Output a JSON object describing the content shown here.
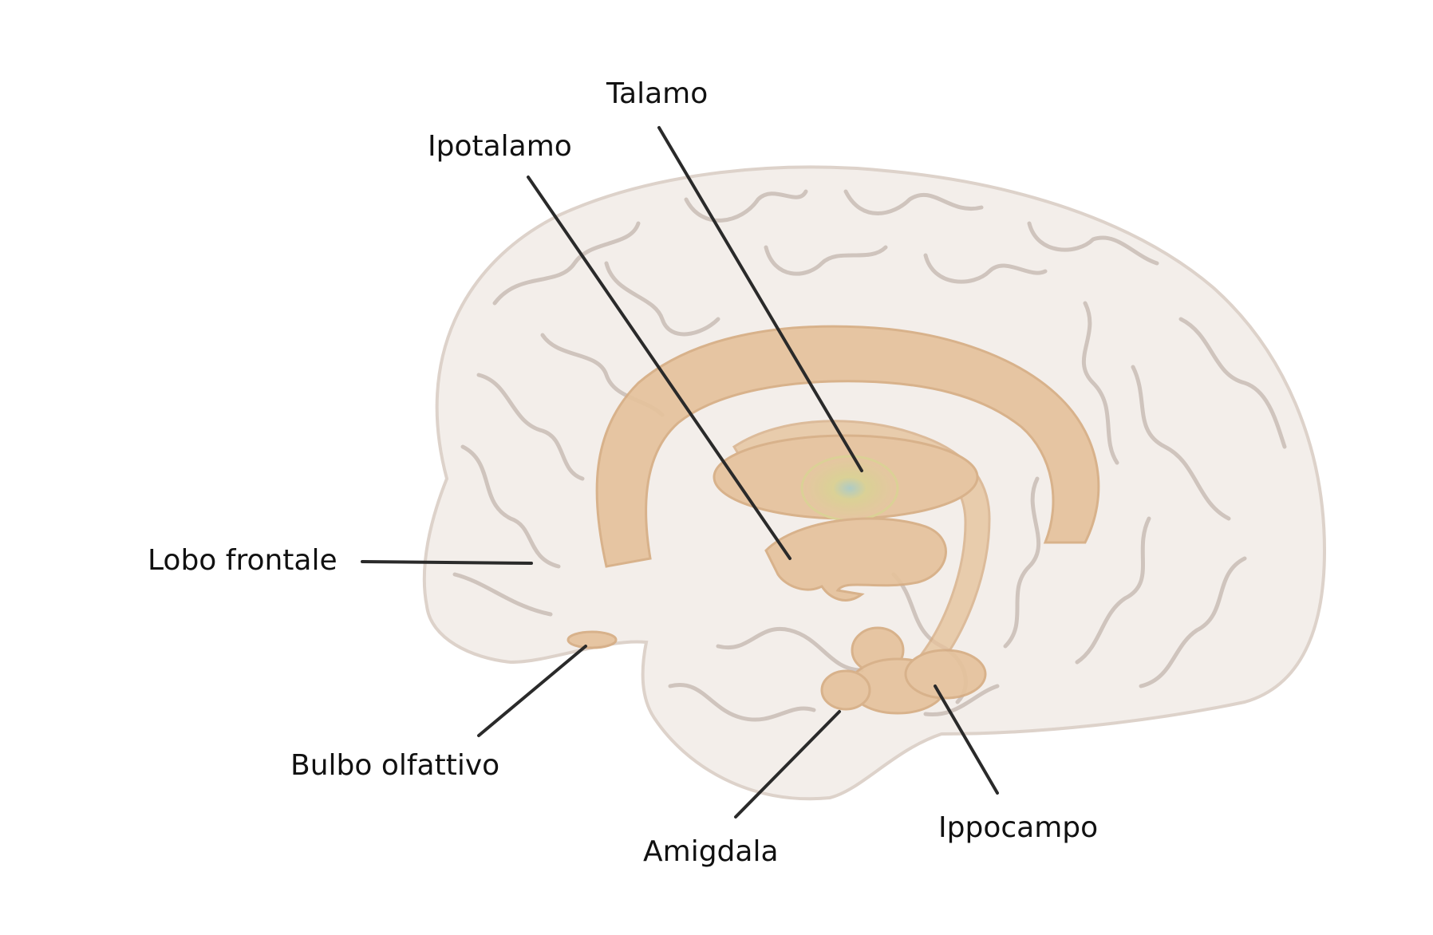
{
  "labels": {
    "talamo": "Talamo",
    "ipotalamo": "Ipotalamo",
    "lobo_frontale": "Lobo frontale",
    "bulbo_olfattivo": "Bulbo olfattivo",
    "amigdala": "Amigdala",
    "ippocampo": "Ippocampo"
  },
  "colors": {
    "brain_fill": "#f3eeea",
    "brain_outline": "#ddd2ca",
    "gyri_lines": "#cfc4bd",
    "limbic_structures": "#e5c29c",
    "limbic_outline": "#d6ad84",
    "thalamus_glow": "#d9cf8f",
    "leader_lines": "#2a2a2a",
    "text": "#111111"
  }
}
